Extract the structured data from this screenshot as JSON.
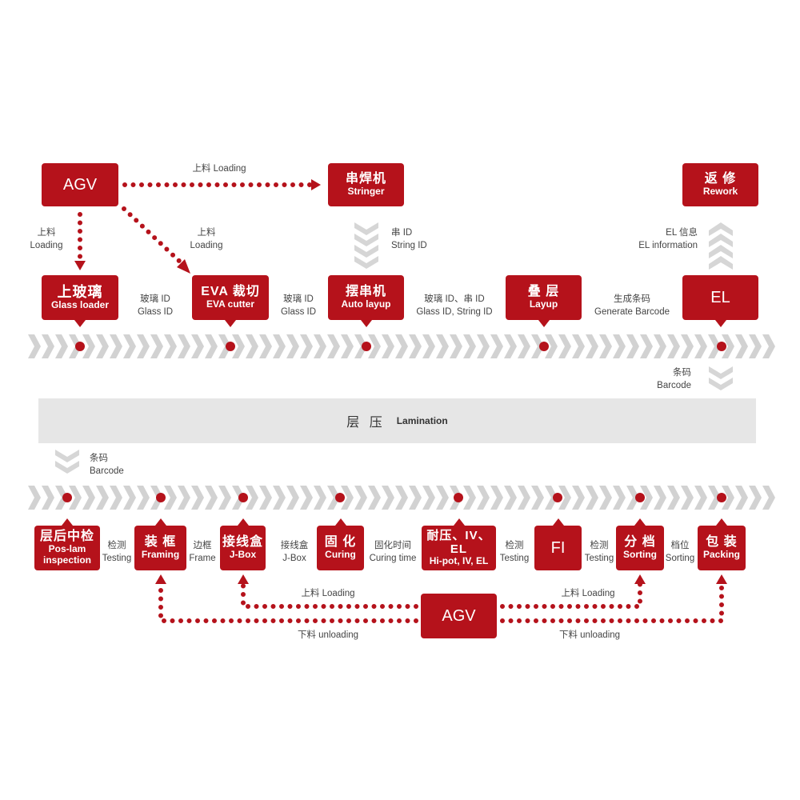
{
  "colors": {
    "accent": "#b5121b",
    "conveyor": "#d2d2d2",
    "band": "#e6e6e6"
  },
  "top": {
    "agv": "AGV",
    "stringer": {
      "zh": "串焊机",
      "en": "Stringer"
    },
    "rework": {
      "zh": "返 修",
      "en": "Rework"
    },
    "agv_to_stringer": "上料  Loading",
    "agv_down": {
      "zh": "上料",
      "en": "Loading"
    },
    "agv_diag": {
      "zh": "上料",
      "en": "Loading"
    },
    "string_id": {
      "zh": "串 ID",
      "en": "String ID"
    },
    "el_info": {
      "zh": "EL 信息",
      "en": "EL information"
    }
  },
  "row2": {
    "glass_loader": {
      "zh": "上玻璃",
      "en": "Glass loader"
    },
    "eva_cutter": {
      "zh": "EVA 裁切",
      "en": "EVA cutter"
    },
    "auto_layup": {
      "zh": "摆串机",
      "en": "Auto layup"
    },
    "layup": {
      "zh": "叠 层",
      "en": "Layup"
    },
    "el": "EL",
    "l1": {
      "zh": "玻璃 ID",
      "en": "Glass ID"
    },
    "l2": {
      "zh": "玻璃 ID",
      "en": "Glass ID"
    },
    "l3": {
      "zh": "玻璃 ID、串 ID",
      "en": "Glass ID, String ID"
    },
    "l4": {
      "zh": "生成条码",
      "en": "Generate Barcode"
    }
  },
  "barcode1": {
    "zh": "条码",
    "en": "Barcode"
  },
  "lamination": {
    "zh": "层 压",
    "en": "Lamination"
  },
  "barcode2": {
    "zh": "条码",
    "en": "Barcode"
  },
  "bottom": {
    "poslam": {
      "zh": "层后中检",
      "en1": "Pos-lam",
      "en2": "inspection"
    },
    "framing": {
      "zh": "装 框",
      "en": "Framing"
    },
    "jbox": {
      "zh": "接线盒",
      "en": "J-Box"
    },
    "curing": {
      "zh": "固 化",
      "en": "Curing"
    },
    "hipot": {
      "zh": "耐压、IV、EL",
      "en": "Hi-pot, IV, EL"
    },
    "fi": "FI",
    "sorting": {
      "zh": "分 档",
      "en": "Sorting"
    },
    "packing": {
      "zh": "包 装",
      "en": "Packing"
    },
    "b1": {
      "zh": "检测",
      "en": "Testing"
    },
    "b2": {
      "zh": "边框",
      "en": "Frame"
    },
    "b3": {
      "zh": "接线盒",
      "en": "J-Box"
    },
    "b4": {
      "zh": "固化时间",
      "en": "Curing time"
    },
    "b5": {
      "zh": "检测",
      "en": "Testing"
    },
    "b6": {
      "zh": "检测",
      "en": "Testing"
    },
    "b7": {
      "zh": "档位",
      "en": "Sorting"
    },
    "agv": "AGV",
    "load_left": "上料 Loading",
    "unload_left": "下料  unloading",
    "load_right": "上料 Loading",
    "unload_right": "下料  unloading"
  }
}
